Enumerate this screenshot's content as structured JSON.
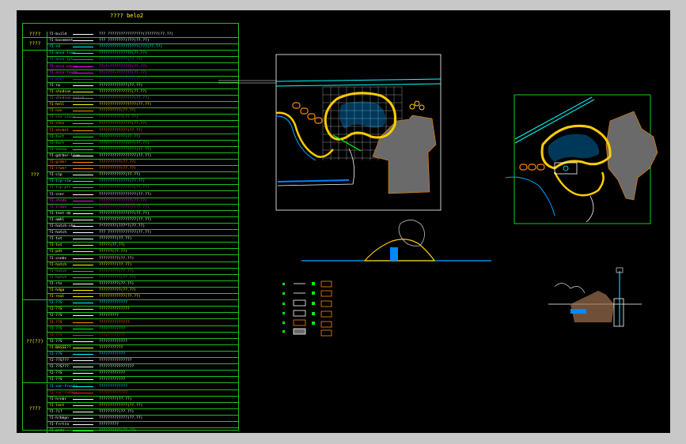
{
  "title": "???? belo2",
  "groups": [
    {
      "label": "????",
      "rows": 1
    },
    {
      "label": "????",
      "rows": 2
    },
    {
      "label": "???",
      "rows": 39
    },
    {
      "label": "??(??)",
      "rows": 13
    },
    {
      "label": "????",
      "rows": 8
    }
  ],
  "rows": [
    {
      "name": "?I-build",
      "color": "#ffffff",
      "desc": "???  ????????????????(??????(??.??)",
      "dcolor": "#ffffff"
    },
    {
      "name": "?I-basement",
      "color": "#ffffff",
      "desc": "???  ????????(???(??.??)",
      "dcolor": "#ffffff"
    },
    {
      "name": "?I-rd",
      "color": "#00ffff",
      "desc": "??????????????????(???(??.??)",
      "dcolor": "#00ffff"
    },
    {
      "name": "?I-ancn-line",
      "color": "#00ffff",
      "desc": "???????????????(??.??)",
      "dcolor": "#00ffff"
    },
    {
      "name": "?I-anco-1pt",
      "color": "#0088ff",
      "desc": "?????????????(??.??)",
      "dcolor": "#0088ff"
    },
    {
      "name": "?I-anco-parvy",
      "color": "#ff00ff",
      "desc": "??(?+??????????(??.??)",
      "dcolor": "#ff00ff"
    },
    {
      "name": "?I-anco-tauth",
      "color": "#ff00ff",
      "desc": "??(????+???????(??.??)",
      "dcolor": "#ff00ff"
    },
    {
      "name": "?I-pool",
      "color": "#3030ff",
      "desc": "????????????????(??.??)",
      "dcolor": "#3030ff"
    },
    {
      "name": "?I-rw",
      "color": "#ffffff",
      "desc": "?????????????(??.??)",
      "dcolor": "#ffffff"
    },
    {
      "name": "?I-shndsan",
      "color": "#ffff00",
      "desc": "???????????????(??.??)",
      "dcolor": "#ffff00"
    },
    {
      "name": "?I-shndsan-hatch",
      "color": "#808080",
      "desc": "????????????????(??.??)",
      "dcolor": "#808080"
    },
    {
      "name": "?I-hell",
      "color": "#ffff00",
      "desc": "?????????????????(??.??)",
      "dcolor": "#ffff00"
    },
    {
      "name": "?I-nen",
      "color": "#ff8800",
      "desc": "??????????(??.??)",
      "dcolor": "#ff8800"
    },
    {
      "name": "?I-sts-stain",
      "color": "#808080",
      "desc": "???????????(??.??)",
      "dcolor": "#808080"
    },
    {
      "name": "?I-stns",
      "color": "#ff8800",
      "desc": "???????????????(??.??)",
      "dcolor": "#ff8800"
    },
    {
      "name": "?I-shrbnl",
      "color": "#ff8800",
      "desc": "?????????????(??.??)",
      "dcolor": "#ff8800"
    },
    {
      "name": "?I-tort",
      "color": "#00ff00",
      "desc": "????????????(??.??)",
      "dcolor": "#00ff00"
    },
    {
      "name": "?I-tort",
      "color": "#00ff00",
      "desc": "????????????????(??.??)",
      "dcolor": "#00ff00"
    },
    {
      "name": "?I-cnvcw",
      "color": "#00ff00",
      "desc": "?????????????????(??.??)",
      "dcolor": "#00ff00"
    },
    {
      "name": "?I-gdrbnr-line",
      "color": "#ffffff",
      "desc": "?????????????????(??.??)",
      "dcolor": "#ffffff"
    },
    {
      "name": "?I-grdnr",
      "color": "#ff8800",
      "desc": "??????????(??.??)",
      "dcolor": "#ff8800"
    },
    {
      "name": "?I-rrwnr",
      "color": "#ff8800",
      "desc": "??????????(??.??)",
      "dcolor": "#ff8800"
    },
    {
      "name": "?I-cip",
      "color": "#ffffff",
      "desc": "????????????(??.??)",
      "dcolor": "#ffffff"
    },
    {
      "name": "?I-trp-stw",
      "color": "#00ffff",
      "desc": "??????????????(??.??)",
      "dcolor": "#00ffff"
    },
    {
      "name": "?I-trp-pts",
      "color": "#808080",
      "desc": "????????????????(??.??)",
      "dcolor": "#808080"
    },
    {
      "name": "?I-cnnr",
      "color": "#ffffff",
      "desc": "?????????????????(??.??)",
      "dcolor": "#ffffff"
    },
    {
      "name": "?I-shndk",
      "color": "#ff00ff",
      "desc": "???????????????(??.??)",
      "dcolor": "#ff00ff"
    },
    {
      "name": "?I-trdnn",
      "color": "#ff00ff",
      "desc": "????????????????(??.??)",
      "dcolor": "#ff00ff"
    },
    {
      "name": "?I-text-dn",
      "color": "#ffffff",
      "desc": "????????????????(??.??)",
      "dcolor": "#ffffff"
    },
    {
      "name": "?I-amhl",
      "color": "#ffffff",
      "desc": "?????????????????(??.??)",
      "dcolor": "#ffffff"
    },
    {
      "name": "?I-hatch-shn",
      "color": "#ffffff",
      "desc": "?*??????(???*?(??.??)",
      "dcolor": "#ffffff"
    },
    {
      "name": "?I-hatch",
      "color": "#ffffff",
      "desc": "???  ?????????????(??.??)",
      "dcolor": "#ffffff"
    },
    {
      "name": "?I-txt",
      "color": "#ffffff",
      "desc": "????????(??.??)",
      "dcolor": "#ffffff"
    },
    {
      "name": "?I-txt",
      "color": "#ffff00",
      "desc": "?????(??.??)",
      "dcolor": "#ffff00"
    },
    {
      "name": "?I-pdt",
      "color": "#ffff00",
      "desc": "??????(??.??)",
      "dcolor": "#ffff00"
    },
    {
      "name": "?I-cnnbs",
      "color": "#ffffff",
      "desc": "?????????(??.??)",
      "dcolor": "#ffffff"
    },
    {
      "name": "?I-hatch",
      "color": "#ffff00",
      "desc": "????????(??.??)",
      "dcolor": "#ffff00"
    },
    {
      "name": "?I-hatch",
      "color": "#808080",
      "desc": "?????????(??.??)",
      "dcolor": "#808080"
    },
    {
      "name": "?I-hatch",
      "color": "#808080",
      "desc": "??????????(??.??)",
      "dcolor": "#808080"
    },
    {
      "name": "?I-rts",
      "color": "#ffffff",
      "desc": "?????????(??.??)",
      "dcolor": "#ffffff"
    },
    {
      "name": "?I-hdga",
      "color": "#ffff00",
      "desc": "??????????(??.??)",
      "dcolor": "#ffff00"
    },
    {
      "name": "?I-real",
      "color": "#ffff00",
      "desc": "????????????(??.??)",
      "dcolor": "#ffff00"
    },
    {
      "name": "?2-??S",
      "color": "#00ffff",
      "desc": "?????????????",
      "dcolor": "#00ffff"
    },
    {
      "name": "?2-??S",
      "color": "#ffff00",
      "desc": "??????????????",
      "dcolor": "#ffff00"
    },
    {
      "name": "?2-??S",
      "color": "#ffffff",
      "desc": "?????????",
      "dcolor": "#ffffff"
    },
    {
      "name": "?2-??S",
      "color": "#ff8800",
      "desc": "??????????????",
      "dcolor": "#ff8800"
    },
    {
      "name": "?2-??S",
      "color": "#00ff00",
      "desc": "????????????",
      "dcolor": "#00ff00"
    },
    {
      "name": "?2-??S",
      "color": "#ff2020",
      "desc": "????????????",
      "dcolor": "#ff2020"
    },
    {
      "name": "?2-??S",
      "color": "#ffffff",
      "desc": "?????????????",
      "dcolor": "#ffffff"
    },
    {
      "name": "?I-BASSE??",
      "color": "#ffff00",
      "desc": "???????????",
      "dcolor": "#ffff00"
    },
    {
      "name": "?2-??S",
      "color": "#00ffff",
      "desc": "????????????",
      "dcolor": "#00ffff"
    },
    {
      "name": "?2-??S???",
      "color": "#ffffff",
      "desc": "???????????????",
      "dcolor": "#ffffff"
    },
    {
      "name": "?2-??S???",
      "color": "#ffffff",
      "desc": "????????????????",
      "dcolor": "#ffffff"
    },
    {
      "name": "?2-??S",
      "color": "#ffffff",
      "desc": "????????????",
      "dcolor": "#ffffff"
    },
    {
      "name": "?I-??S",
      "color": "#ffffff",
      "desc": "????????????",
      "dcolor": "#ffffff"
    },
    {
      "name": "?I-sar-fruits",
      "color": "#00ffff",
      "desc": "?????????????",
      "dcolor": "#00ffff"
    },
    {
      "name": "?I-sar-rudals",
      "color": "#ff2020",
      "desc": "?????????????",
      "dcolor": "#ff2020"
    },
    {
      "name": "?I-hrnbr",
      "color": "#ffffff",
      "desc": "????????(??.??)",
      "dcolor": "#ffffff"
    },
    {
      "name": "?I-lect",
      "color": "#ffff00",
      "desc": "?????????????(??.??)",
      "dcolor": "#ffff00"
    },
    {
      "name": "?I-?i?",
      "color": "#ffffff",
      "desc": "?????????(??.??)",
      "dcolor": "#ffffff"
    },
    {
      "name": "?I-hrbkpn",
      "color": "#ffffff",
      "desc": "?????????????(??.??)",
      "dcolor": "#ffffff"
    },
    {
      "name": "?I-frrtra",
      "color": "#ffffff",
      "desc": "?????????",
      "dcolor": "#ffffff"
    },
    {
      "name": "?I-pnts",
      "color": "#00ff00",
      "desc": "??????????(??.??)",
      "dcolor": "#00ff00"
    }
  ],
  "colors": {
    "background": "#000000",
    "frame": "#c8c8c8",
    "grid_green": "#1fbf1f",
    "grey": "#6a6a6a"
  }
}
